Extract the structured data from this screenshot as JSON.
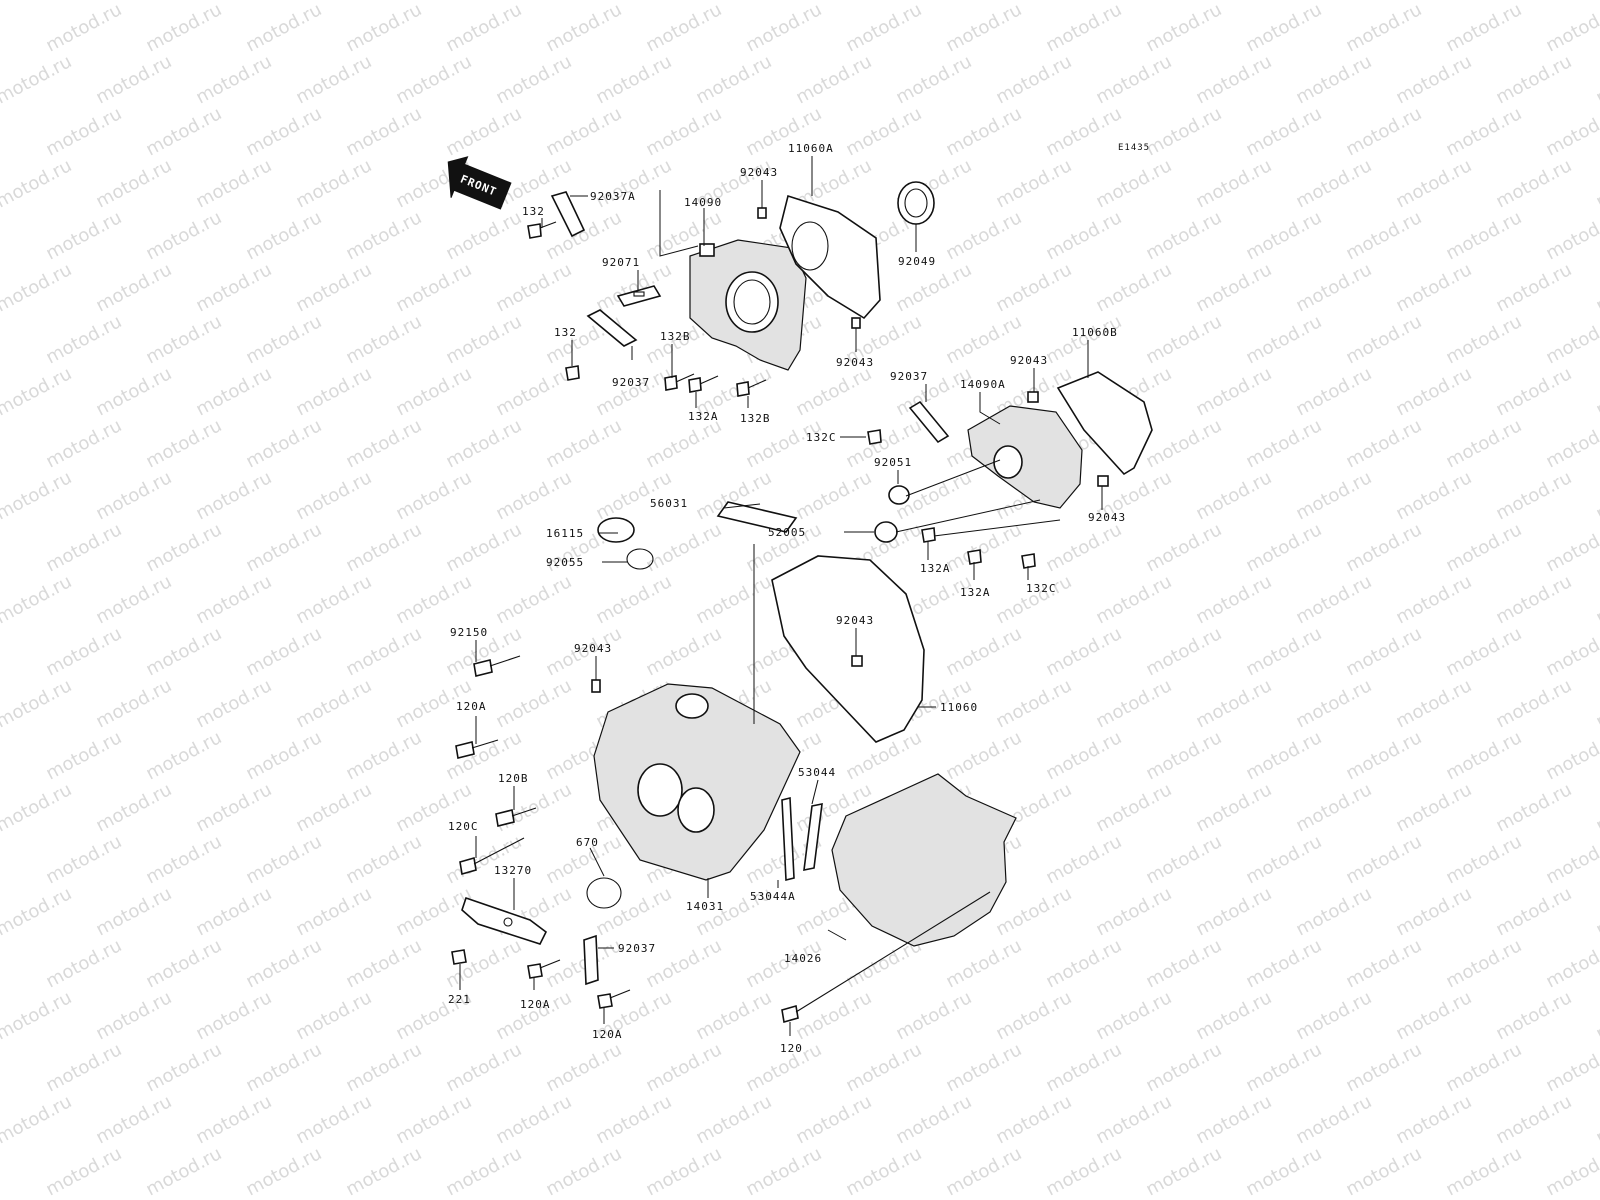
{
  "diagram_code": "E1435",
  "front_arrow_label": "FRONT",
  "watermark": "motod.ru",
  "labels": {
    "l_92037A": "92037A",
    "l_132_top": "132",
    "l_14090": "14090",
    "l_92043_top": "92043",
    "l_11060A": "11060A",
    "l_92049": "92049",
    "l_92071": "92071",
    "l_132_mid": "132",
    "l_132B_1": "132B",
    "l_92037_top": "92037",
    "l_132A_top": "132A",
    "l_132B_2": "132B",
    "l_92043_mid": "92043",
    "l_92043_right": "92043",
    "l_11060B": "11060B",
    "l_92037_mid": "92037",
    "l_14090A": "14090A",
    "l_132C_left": "132C",
    "l_92051": "92051",
    "l_56031": "56031",
    "l_52005": "52005",
    "l_92043_far": "92043",
    "l_16115": "16115",
    "l_92055": "92055",
    "l_132A_r1": "132A",
    "l_132A_r2": "132A",
    "l_132C_right": "132C",
    "l_92150": "92150",
    "l_92043_center": "92043",
    "l_92043_left": "92043",
    "l_120A_left": "120A",
    "l_11060": "11060",
    "l_120B": "120B",
    "l_53044": "53044",
    "l_120C": "120C",
    "l_670": "670",
    "l_13270": "13270",
    "l_14031": "14031",
    "l_53044A": "53044A",
    "l_92037_bot": "92037",
    "l_14026": "14026",
    "l_221": "221",
    "l_120A_b1": "120A",
    "l_120A_b2": "120A",
    "l_120": "120"
  }
}
